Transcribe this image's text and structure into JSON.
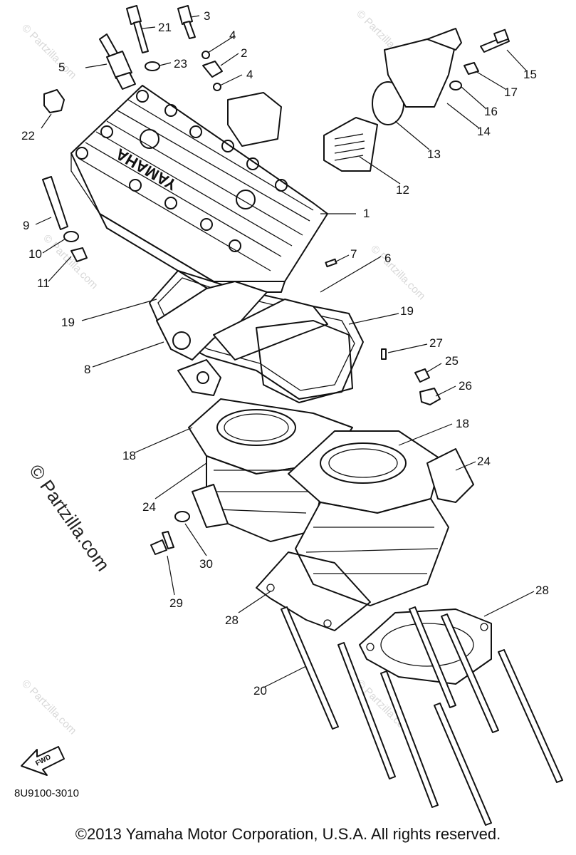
{
  "diagram": {
    "part_numbers": [
      "1",
      "2",
      "3",
      "4",
      "4",
      "5",
      "6",
      "7",
      "8",
      "9",
      "10",
      "11",
      "12",
      "13",
      "14",
      "15",
      "16",
      "17",
      "18",
      "18",
      "19",
      "19",
      "20",
      "21",
      "22",
      "23",
      "24",
      "24",
      "25",
      "26",
      "27",
      "28",
      "28",
      "29",
      "30"
    ],
    "head_lettering": "YAMAHA",
    "fwd_label": "FWD",
    "diagram_code": "8U9100-3010",
    "watermark_side": "© Partzilla.com",
    "watermark_small": "© Partzilla.com"
  },
  "footer": {
    "copyright": "©2013  Yamaha Motor Corporation, U.S.A. All rights reserved."
  }
}
